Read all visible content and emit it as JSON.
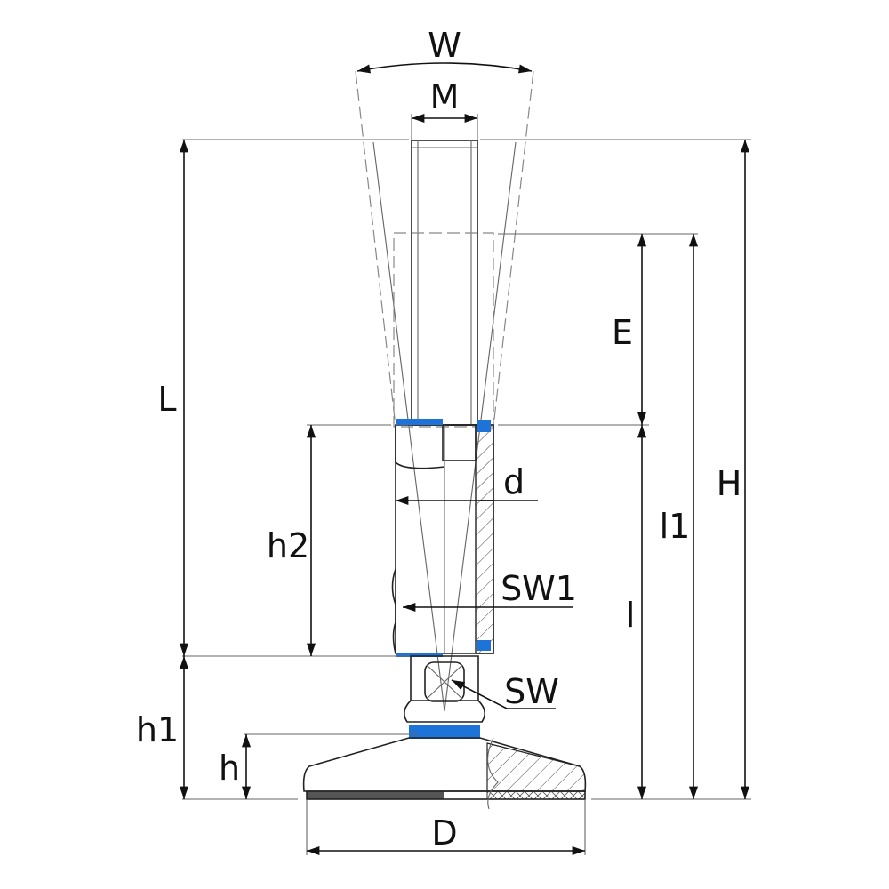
{
  "diagram": {
    "labels": {
      "W": "W",
      "M": "M",
      "L": "L",
      "E": "E",
      "d": "d",
      "h2": "h2",
      "SW1": "SW1",
      "l1": "l1",
      "H": "H",
      "l": "l",
      "SW": "SW",
      "h1": "h1",
      "h": "h",
      "D": "D"
    },
    "colors": {
      "line": "#111111",
      "accent_blue": "#1e73d8",
      "base_stripe": "#555555"
    }
  }
}
